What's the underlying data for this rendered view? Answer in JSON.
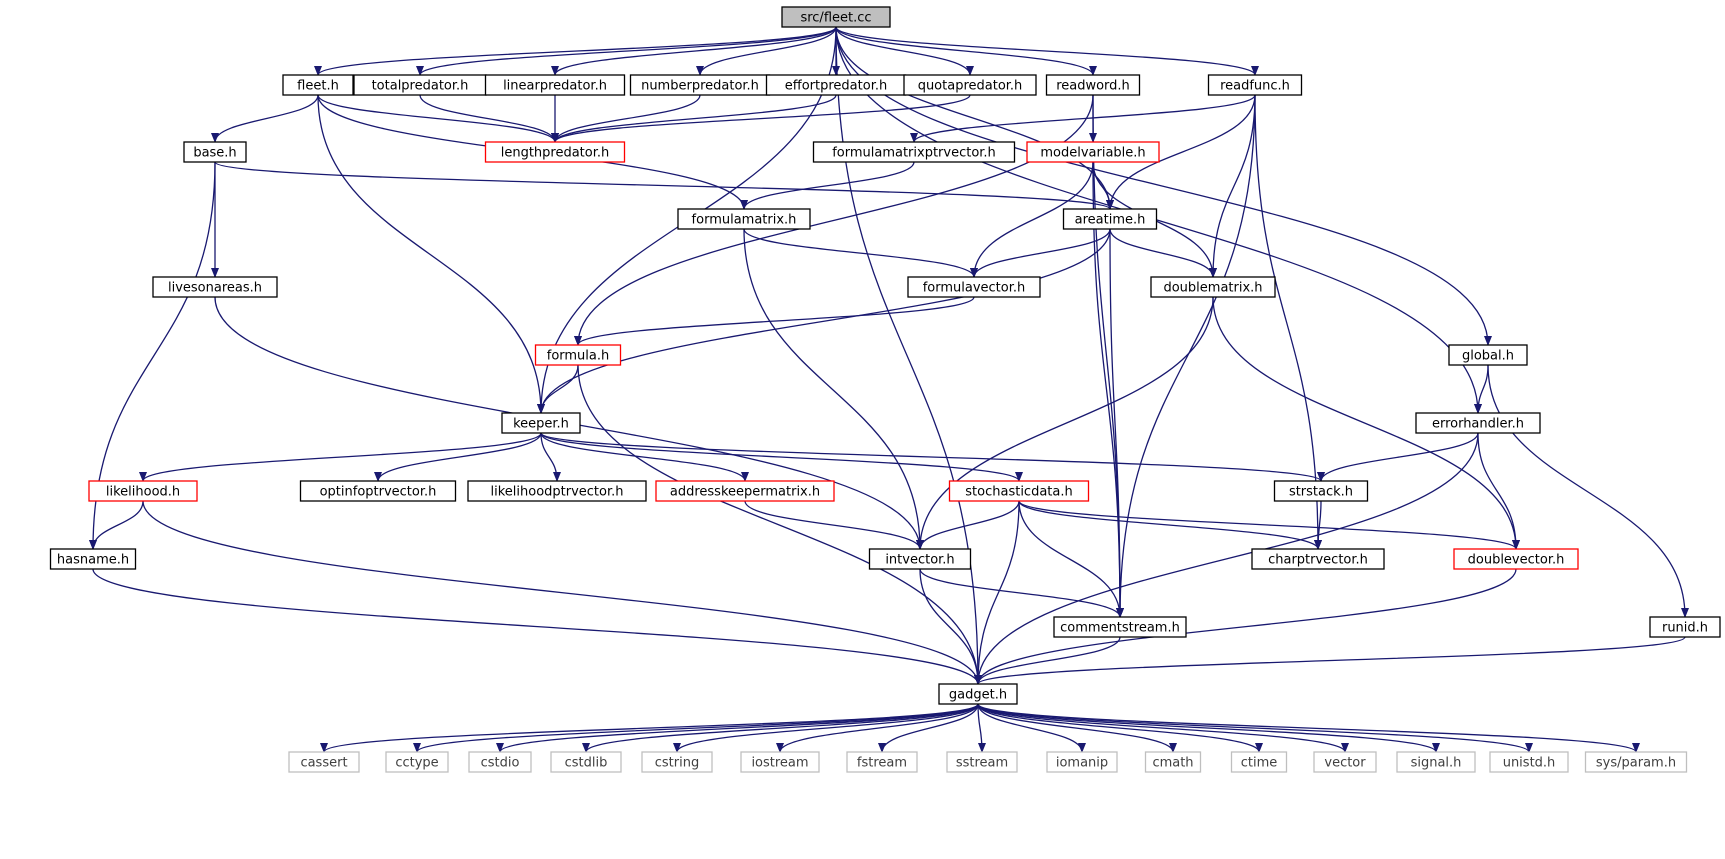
{
  "graph": {
    "colors": {
      "edge": "#191970",
      "root_fill": "#bfbfbf",
      "red_border": "#ff0000",
      "system_border": "#bfbfbf"
    },
    "nodes": [
      {
        "id": "root",
        "label": "src/fleet.cc",
        "kind": "root"
      },
      {
        "id": "fleet_h",
        "label": "fleet.h",
        "kind": "normal"
      },
      {
        "id": "totalpredator_h",
        "label": "totalpredator.h",
        "kind": "normal"
      },
      {
        "id": "linearpredator_h",
        "label": "linearpredator.h",
        "kind": "normal"
      },
      {
        "id": "numberpredator_h",
        "label": "numberpredator.h",
        "kind": "normal"
      },
      {
        "id": "effortpredator_h",
        "label": "effortpredator.h",
        "kind": "normal"
      },
      {
        "id": "quotapredator_h",
        "label": "quotapredator.h",
        "kind": "normal"
      },
      {
        "id": "readword_h",
        "label": "readword.h",
        "kind": "normal"
      },
      {
        "id": "readfunc_h",
        "label": "readfunc.h",
        "kind": "normal"
      },
      {
        "id": "base_h",
        "label": "base.h",
        "kind": "normal"
      },
      {
        "id": "lengthpredator_h",
        "label": "lengthpredator.h",
        "kind": "red"
      },
      {
        "id": "formulamatrixptrvector_h",
        "label": "formulamatrixptrvector.h",
        "kind": "normal"
      },
      {
        "id": "modelvariable_h",
        "label": "modelvariable.h",
        "kind": "red"
      },
      {
        "id": "formulamatrix_h",
        "label": "formulamatrix.h",
        "kind": "normal"
      },
      {
        "id": "areatime_h",
        "label": "areatime.h",
        "kind": "normal"
      },
      {
        "id": "livesonareas_h",
        "label": "livesonareas.h",
        "kind": "normal"
      },
      {
        "id": "formulavector_h",
        "label": "formulavector.h",
        "kind": "normal"
      },
      {
        "id": "doublematrix_h",
        "label": "doublematrix.h",
        "kind": "normal"
      },
      {
        "id": "formula_h",
        "label": "formula.h",
        "kind": "red"
      },
      {
        "id": "global_h",
        "label": "global.h",
        "kind": "normal"
      },
      {
        "id": "keeper_h",
        "label": "keeper.h",
        "kind": "normal"
      },
      {
        "id": "errorhandler_h",
        "label": "errorhandler.h",
        "kind": "normal"
      },
      {
        "id": "likelihood_h",
        "label": "likelihood.h",
        "kind": "red"
      },
      {
        "id": "optinfoptrvector_h",
        "label": "optinfoptrvector.h",
        "kind": "normal"
      },
      {
        "id": "likelihoodptrvector_h",
        "label": "likelihoodptrvector.h",
        "kind": "normal"
      },
      {
        "id": "addresskeepermatrix_h",
        "label": "addresskeepermatrix.h",
        "kind": "red"
      },
      {
        "id": "stochasticdata_h",
        "label": "stochasticdata.h",
        "kind": "red"
      },
      {
        "id": "strstack_h",
        "label": "strstack.h",
        "kind": "normal"
      },
      {
        "id": "hasname_h",
        "label": "hasname.h",
        "kind": "normal"
      },
      {
        "id": "intvector_h",
        "label": "intvector.h",
        "kind": "normal"
      },
      {
        "id": "charptrvector_h",
        "label": "charptrvector.h",
        "kind": "normal"
      },
      {
        "id": "doublevector_h",
        "label": "doublevector.h",
        "kind": "red"
      },
      {
        "id": "commentstream_h",
        "label": "commentstream.h",
        "kind": "normal"
      },
      {
        "id": "runid_h",
        "label": "runid.h",
        "kind": "normal"
      },
      {
        "id": "gadget_h",
        "label": "gadget.h",
        "kind": "normal"
      },
      {
        "id": "cassert",
        "label": "cassert",
        "kind": "system"
      },
      {
        "id": "cctype",
        "label": "cctype",
        "kind": "system"
      },
      {
        "id": "cstdio",
        "label": "cstdio",
        "kind": "system"
      },
      {
        "id": "cstdlib",
        "label": "cstdlib",
        "kind": "system"
      },
      {
        "id": "cstring",
        "label": "cstring",
        "kind": "system"
      },
      {
        "id": "iostream",
        "label": "iostream",
        "kind": "system"
      },
      {
        "id": "fstream",
        "label": "fstream",
        "kind": "system"
      },
      {
        "id": "sstream",
        "label": "sstream",
        "kind": "system"
      },
      {
        "id": "iomanip",
        "label": "iomanip",
        "kind": "system"
      },
      {
        "id": "cmath",
        "label": "cmath",
        "kind": "system"
      },
      {
        "id": "ctime",
        "label": "ctime",
        "kind": "system"
      },
      {
        "id": "vector",
        "label": "vector",
        "kind": "system"
      },
      {
        "id": "signal_h",
        "label": "signal.h",
        "kind": "system"
      },
      {
        "id": "unistd_h",
        "label": "unistd.h",
        "kind": "system"
      },
      {
        "id": "sys_param_h",
        "label": "sys/param.h",
        "kind": "system"
      }
    ],
    "edges": [
      [
        "root",
        "fleet_h"
      ],
      [
        "root",
        "totalpredator_h"
      ],
      [
        "root",
        "linearpredator_h"
      ],
      [
        "root",
        "numberpredator_h"
      ],
      [
        "root",
        "effortpredator_h"
      ],
      [
        "root",
        "quotapredator_h"
      ],
      [
        "root",
        "readword_h"
      ],
      [
        "root",
        "readfunc_h"
      ],
      [
        "root",
        "areatime_h"
      ],
      [
        "root",
        "keeper_h"
      ],
      [
        "root",
        "global_h"
      ],
      [
        "root",
        "errorhandler_h"
      ],
      [
        "root",
        "gadget_h"
      ],
      [
        "fleet_h",
        "base_h"
      ],
      [
        "fleet_h",
        "lengthpredator_h"
      ],
      [
        "fleet_h",
        "formulamatrix_h"
      ],
      [
        "fleet_h",
        "keeper_h"
      ],
      [
        "totalpredator_h",
        "lengthpredator_h"
      ],
      [
        "linearpredator_h",
        "lengthpredator_h"
      ],
      [
        "numberpredator_h",
        "lengthpredator_h"
      ],
      [
        "effortpredator_h",
        "lengthpredator_h"
      ],
      [
        "quotapredator_h",
        "lengthpredator_h"
      ],
      [
        "readword_h",
        "modelvariable_h"
      ],
      [
        "readword_h",
        "formula_h"
      ],
      [
        "readword_h",
        "commentstream_h"
      ],
      [
        "readfunc_h",
        "formulamatrixptrvector_h"
      ],
      [
        "readfunc_h",
        "areatime_h"
      ],
      [
        "readfunc_h",
        "doublematrix_h"
      ],
      [
        "readfunc_h",
        "charptrvector_h"
      ],
      [
        "readfunc_h",
        "commentstream_h"
      ],
      [
        "base_h",
        "areatime_h"
      ],
      [
        "base_h",
        "livesonareas_h"
      ],
      [
        "base_h",
        "hasname_h"
      ],
      [
        "formulamatrixptrvector_h",
        "formulamatrix_h"
      ],
      [
        "modelvariable_h",
        "areatime_h"
      ],
      [
        "modelvariable_h",
        "formulavector_h"
      ],
      [
        "modelvariable_h",
        "doublematrix_h"
      ],
      [
        "modelvariable_h",
        "commentstream_h"
      ],
      [
        "formulamatrix_h",
        "formulavector_h"
      ],
      [
        "formulamatrix_h",
        "intvector_h"
      ],
      [
        "areatime_h",
        "formulavector_h"
      ],
      [
        "areatime_h",
        "doublematrix_h"
      ],
      [
        "areatime_h",
        "keeper_h"
      ],
      [
        "areatime_h",
        "commentstream_h"
      ],
      [
        "livesonareas_h",
        "intvector_h"
      ],
      [
        "formulavector_h",
        "formula_h"
      ],
      [
        "doublematrix_h",
        "intvector_h"
      ],
      [
        "doublematrix_h",
        "doublevector_h"
      ],
      [
        "formula_h",
        "keeper_h"
      ],
      [
        "formula_h",
        "gadget_h"
      ],
      [
        "global_h",
        "errorhandler_h"
      ],
      [
        "global_h",
        "runid_h"
      ],
      [
        "keeper_h",
        "likelihood_h"
      ],
      [
        "keeper_h",
        "optinfoptrvector_h"
      ],
      [
        "keeper_h",
        "likelihoodptrvector_h"
      ],
      [
        "keeper_h",
        "addresskeepermatrix_h"
      ],
      [
        "keeper_h",
        "stochasticdata_h"
      ],
      [
        "keeper_h",
        "strstack_h"
      ],
      [
        "errorhandler_h",
        "strstack_h"
      ],
      [
        "errorhandler_h",
        "doublevector_h"
      ],
      [
        "errorhandler_h",
        "gadget_h"
      ],
      [
        "likelihood_h",
        "hasname_h"
      ],
      [
        "likelihood_h",
        "gadget_h"
      ],
      [
        "addresskeepermatrix_h",
        "intvector_h"
      ],
      [
        "stochasticdata_h",
        "intvector_h"
      ],
      [
        "stochasticdata_h",
        "charptrvector_h"
      ],
      [
        "stochasticdata_h",
        "doublevector_h"
      ],
      [
        "stochasticdata_h",
        "commentstream_h"
      ],
      [
        "stochasticdata_h",
        "gadget_h"
      ],
      [
        "strstack_h",
        "charptrvector_h"
      ],
      [
        "hasname_h",
        "gadget_h"
      ],
      [
        "intvector_h",
        "commentstream_h"
      ],
      [
        "intvector_h",
        "gadget_h"
      ],
      [
        "doublevector_h",
        "gadget_h"
      ],
      [
        "commentstream_h",
        "gadget_h"
      ],
      [
        "runid_h",
        "gadget_h"
      ],
      [
        "gadget_h",
        "cassert"
      ],
      [
        "gadget_h",
        "cctype"
      ],
      [
        "gadget_h",
        "cstdio"
      ],
      [
        "gadget_h",
        "cstdlib"
      ],
      [
        "gadget_h",
        "cstring"
      ],
      [
        "gadget_h",
        "iostream"
      ],
      [
        "gadget_h",
        "fstream"
      ],
      [
        "gadget_h",
        "sstream"
      ],
      [
        "gadget_h",
        "iomanip"
      ],
      [
        "gadget_h",
        "cmath"
      ],
      [
        "gadget_h",
        "ctime"
      ],
      [
        "gadget_h",
        "vector"
      ],
      [
        "gadget_h",
        "signal_h"
      ],
      [
        "gadget_h",
        "unistd_h"
      ],
      [
        "gadget_h",
        "sys_param_h"
      ]
    ]
  }
}
